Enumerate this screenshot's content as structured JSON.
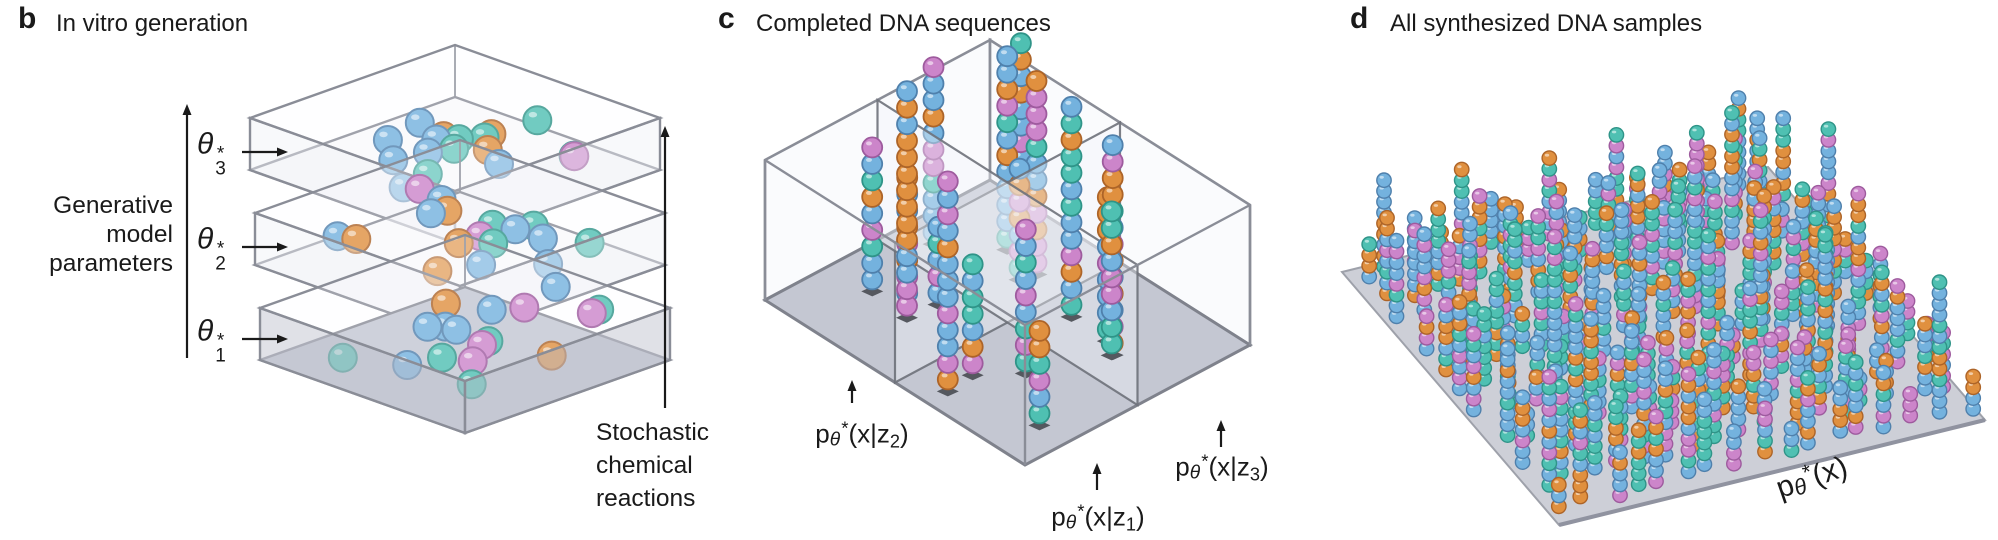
{
  "palette": {
    "text": "#1a1a1a",
    "frame": "#8a8d97",
    "glass": "#f4f5f9",
    "floor": "#c4c7d2",
    "platform": "#cdcfd7",
    "base": "#55585f",
    "spheres": [
      {
        "name": "blue",
        "fill": "#74b2de",
        "stroke": "#4f80ac"
      },
      {
        "name": "teal",
        "fill": "#4fc0b2",
        "stroke": "#2f9488"
      },
      {
        "name": "orange",
        "fill": "#e0903f",
        "stroke": "#ad6428"
      },
      {
        "name": "magenta",
        "fill": "#cc85ca",
        "stroke": "#9e5b9e"
      }
    ]
  },
  "panels": {
    "b": {
      "tag": "b",
      "title": "In vitro generation",
      "axis_label_lines": [
        "Generative",
        "model",
        "parameters"
      ],
      "theta_labels": [
        {
          "symbol": "θ",
          "sup": "*",
          "sub": "3"
        },
        {
          "symbol": "θ",
          "sup": "*",
          "sub": "2"
        },
        {
          "symbol": "θ",
          "sup": "*",
          "sub": "1"
        }
      ],
      "arrow_label_lines": [
        "Stochastic",
        "chemical",
        "reactions"
      ],
      "layers": 3,
      "spheres_per_layer": 17,
      "color_weights": [
        0.48,
        0.2,
        0.17,
        0.15
      ]
    },
    "c": {
      "tag": "c",
      "title": "Completed DNA sequences",
      "annotations": [
        {
          "p": "p",
          "theta": "θ",
          "star": "*",
          "arg": "(x|z",
          "sub": "2",
          "close": ")"
        },
        {
          "p": "p",
          "theta": "θ",
          "star": "*",
          "arg": "(x|z",
          "sub": "1",
          "close": ")"
        },
        {
          "p": "p",
          "theta": "θ",
          "star": "*",
          "arg": "(x|z",
          "sub": "3",
          "close": ")"
        }
      ],
      "compartments": 4,
      "columns_per_compartment": [
        5,
        4,
        4,
        4
      ],
      "stack_range": [
        5,
        14
      ],
      "color_weights": [
        0.34,
        0.24,
        0.21,
        0.21
      ]
    },
    "d": {
      "tag": "d",
      "title": "All synthesized DNA samples",
      "dist_label": {
        "p": "p",
        "theta": "θ",
        "star": "*",
        "arg": "(x)"
      },
      "grid": [
        17,
        11
      ],
      "stack_range": [
        3,
        12
      ],
      "color_weights": [
        0.34,
        0.24,
        0.21,
        0.21
      ]
    }
  }
}
